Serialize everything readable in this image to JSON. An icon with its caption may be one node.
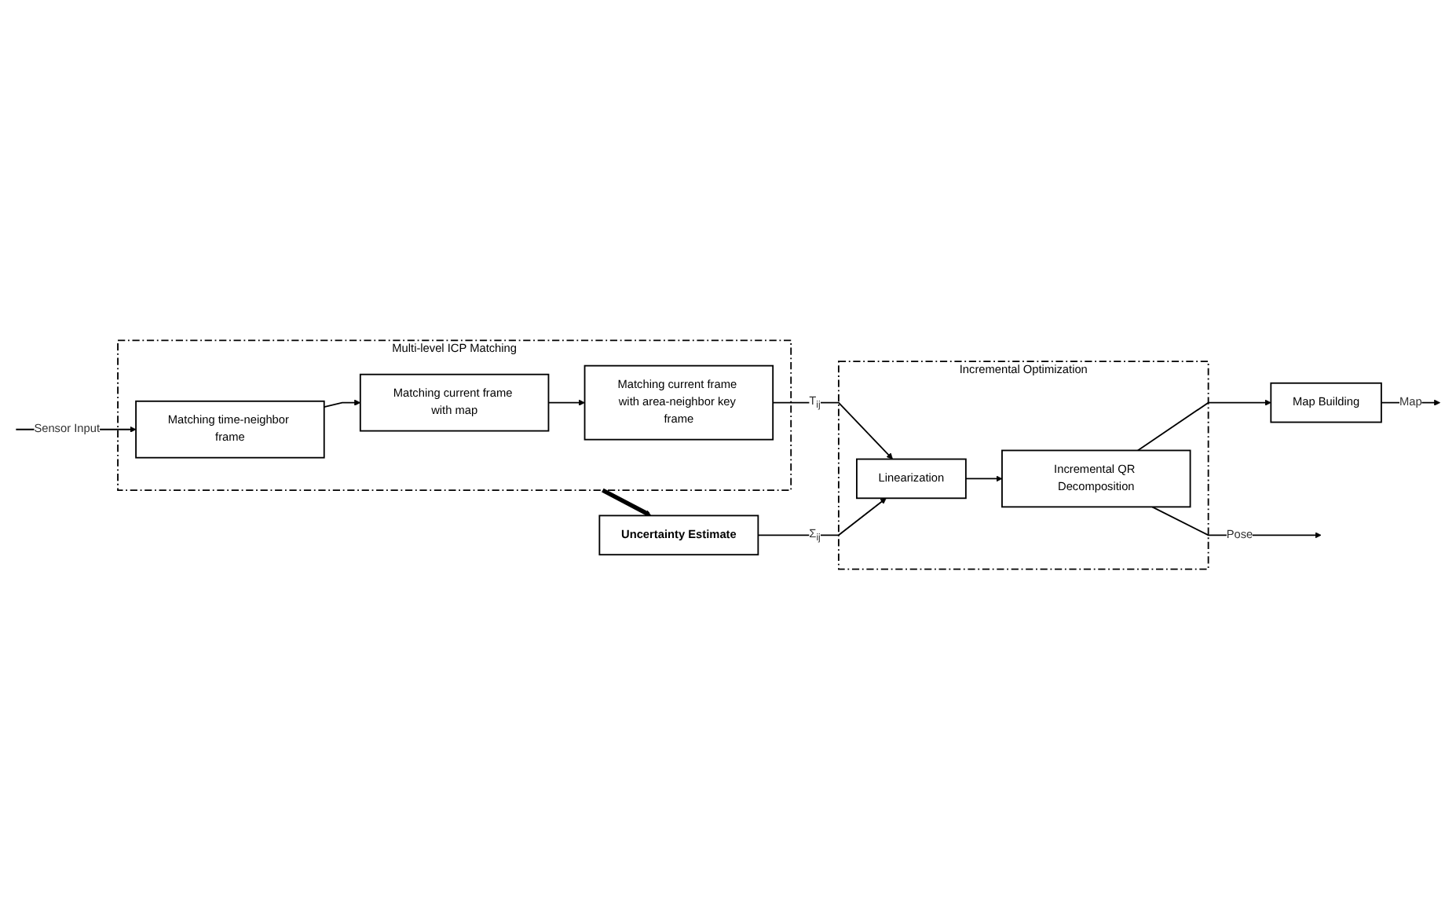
{
  "diagram": {
    "nodes": [
      {
        "text": [
          "Multi-level ICP Matching"
        ]
      },
      {
        "text": [
          "Matching time-neighbor frame"
        ],
        "in": 0
      },
      {
        "text": [
          "Matching current frame with map"
        ],
        "in": 0
      },
      {
        "text": [
          "Matching current frame with area-neighbor key frame"
        ],
        "in": 0
      },
      {
        "text": [
          "Uncertainty Estimate"
        ]
      },
      {
        "text": [
          "Incremental Optimization"
        ]
      },
      {
        "text": [
          "Linearization"
        ],
        "in": 5
      },
      {
        "text": [
          "Incremental QR Decomposition"
        ],
        "in": 5
      },
      {
        "text": [
          "Map Building"
        ]
      }
    ],
    "edges": [
      {
        "from": null,
        "to": 1,
        "arrow": "to",
        "label": "Sensor Input"
      },
      {
        "from": 1,
        "to": 2,
        "arrow": "to"
      },
      {
        "from": 2,
        "to": 3,
        "arrow": "to"
      },
      {
        "from": 0,
        "to": 4,
        "arrow": "to",
        "style": "thick"
      },
      {
        "from": 3,
        "to": 6,
        "arrow": "to",
        "label": "T$_{ij}$"
      },
      {
        "from": 4,
        "to": 6,
        "arrow": "to",
        "label": "Σ$_{ij}$"
      },
      {
        "from": 6,
        "to": 7,
        "arrow": "to"
      },
      {
        "from": 7,
        "to": 8,
        "arrow": "to"
      },
      {
        "from": 8,
        "to": null,
        "arrow": "to",
        "label": "Map"
      },
      {
        "from": 7,
        "to": null,
        "arrow": "to",
        "label": "Pose"
      }
    ]
  }
}
